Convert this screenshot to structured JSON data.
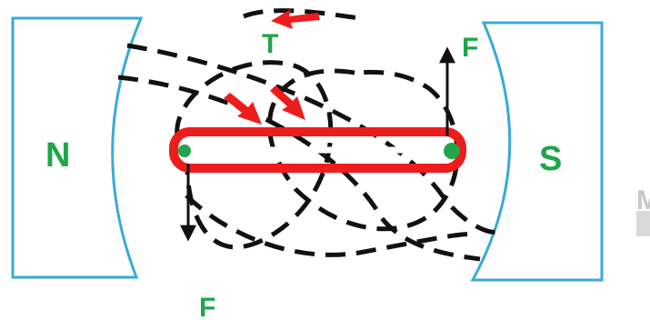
{
  "magnets": {
    "north_label": "N",
    "south_label": "S",
    "outline_color": "#3aa9d9"
  },
  "labels": {
    "torque": "T",
    "force_top": "F",
    "force_bottom": "F"
  },
  "coil": {
    "left_terminal": "-",
    "right_terminal": "+",
    "color": "#ee1c1c"
  },
  "colors": {
    "label_green": "#1fa64a",
    "field_lines": "#111111",
    "arrows": "#111111"
  },
  "watermark_fragment": "M"
}
